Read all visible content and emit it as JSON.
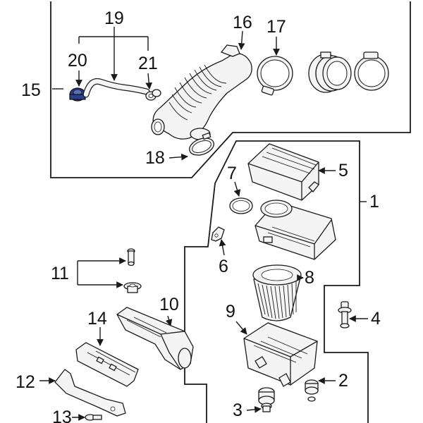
{
  "diagram": {
    "callouts": {
      "p1": "1",
      "p2": "2",
      "p3": "3",
      "p4": "4",
      "p5": "5",
      "p6": "6",
      "p7": "7",
      "p8": "8",
      "p9": "9",
      "p10": "10",
      "p11": "11",
      "p12": "12",
      "p13": "13",
      "p14": "14",
      "p15": "15",
      "p16": "16",
      "p17": "17",
      "p18": "18",
      "p19": "19",
      "p20": "20",
      "p21": "21"
    },
    "colors": {
      "line": "#1a1a1a",
      "highlight": "#2b3f8c",
      "background": "#ffffff"
    }
  }
}
